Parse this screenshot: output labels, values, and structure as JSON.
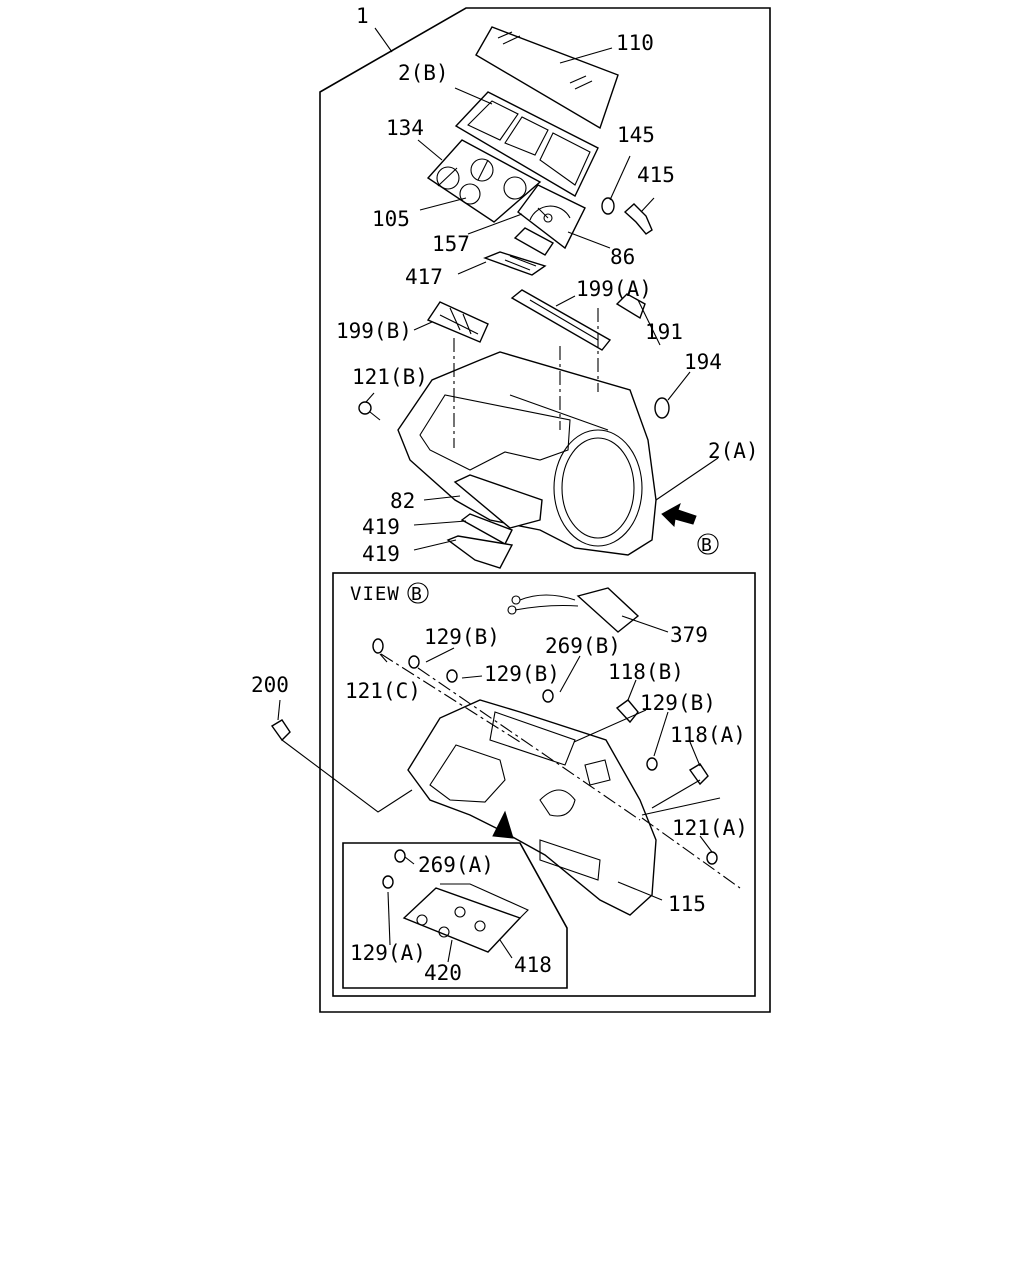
{
  "diagram": {
    "view_label": "VIEW",
    "view_letter": "B",
    "callouts": {
      "c1": "1",
      "c110": "110",
      "c2b": "2(B)",
      "c134": "134",
      "c145": "145",
      "c415": "415",
      "c105": "105",
      "c157": "157",
      "c86": "86",
      "c417": "417",
      "c199a": "199(A)",
      "c199b": "199(B)",
      "c191": "191",
      "c194": "194",
      "c121b": "121(B)",
      "c2a": "2(A)",
      "c82": "82",
      "c419a": "419",
      "c419b": "419",
      "cB": "B",
      "c379": "379",
      "c129b1": "129(B)",
      "c269b": "269(B)",
      "c121c": "121(C)",
      "c129b2": "129(B)",
      "c118b": "118(B)",
      "c200": "200",
      "c129b3": "129(B)",
      "c118a": "118(A)",
      "c121a": "121(A)",
      "c269a": "269(A)",
      "c115": "115",
      "c129a": "129(A)",
      "c418": "418",
      "c420": "420"
    }
  }
}
